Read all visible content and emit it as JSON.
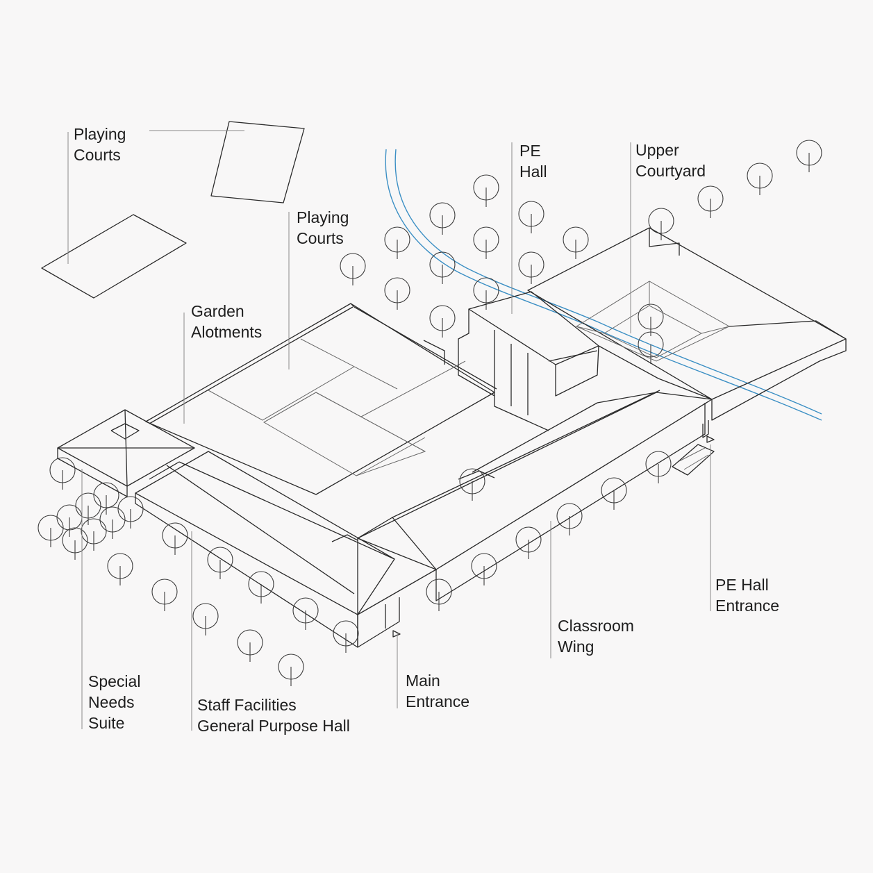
{
  "labels": {
    "playing_courts_1": [
      "Playing",
      "Courts"
    ],
    "playing_courts_2": [
      "Playing",
      "Courts"
    ],
    "garden_alotments": [
      "Garden",
      "Alotments"
    ],
    "pe_hall": [
      "PE",
      "Hall"
    ],
    "upper_courtyard": [
      "Upper",
      "Courtyard"
    ],
    "pe_hall_entrance": [
      "PE Hall",
      "Entrance"
    ],
    "classroom_wing": [
      "Classroom",
      "Wing"
    ],
    "main_entrance": [
      "Main",
      "Entrance"
    ],
    "staff_facilities": [
      "Staff Facilities",
      "General Purpose Hall"
    ],
    "special_needs_suite": [
      "Special",
      "Needs",
      "Suite"
    ]
  },
  "colors": {
    "background": "#f8f7f7",
    "linework": "#2a2a2a",
    "text": "#1e1e1e",
    "stream": "#3b8fc4"
  }
}
